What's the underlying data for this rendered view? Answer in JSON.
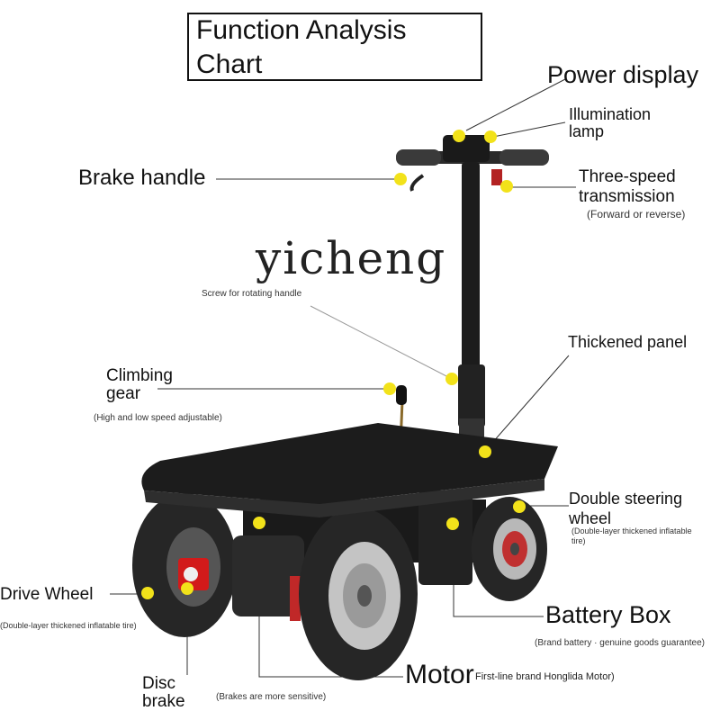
{
  "title": {
    "line1": "Function Analysis",
    "line2": "Chart"
  },
  "watermark": "yicheng",
  "labels": {
    "power_display": "Power display",
    "illumination_1": "Illumination",
    "illumination_2": "lamp",
    "brake_handle": "Brake handle",
    "three_speed_1": "Three-speed",
    "three_speed_2": "transmission",
    "three_speed_note": "(Forward or reverse)",
    "screw": "Screw for rotating handle",
    "thickened_panel": "Thickened panel",
    "climbing_1": "Climbing",
    "climbing_2": "gear",
    "climbing_note": "(High and low speed adjustable)",
    "double_steering_1": "Double steering",
    "double_steering_2": "wheel",
    "double_steering_note_1": "(Double-layer thickened inflatable",
    "double_steering_note_2": "tire)",
    "drive_wheel": "Drive Wheel",
    "drive_wheel_note": "(Double-layer thickened inflatable tire)",
    "battery_box": "Battery Box",
    "battery_note": "(Brand battery · genuine goods guarantee)",
    "motor": "Motor",
    "motor_note": "First-line brand Honglida Motor)",
    "disc_1": "Disc",
    "disc_2": "brake",
    "brakes_note": "(Brakes are more sensitive)"
  },
  "colors": {
    "marker": "#f2e21a",
    "panel": "#1c1c1c",
    "tire": "#262626",
    "rim": "#b8b8b8",
    "caliper": "#d21a1a"
  }
}
